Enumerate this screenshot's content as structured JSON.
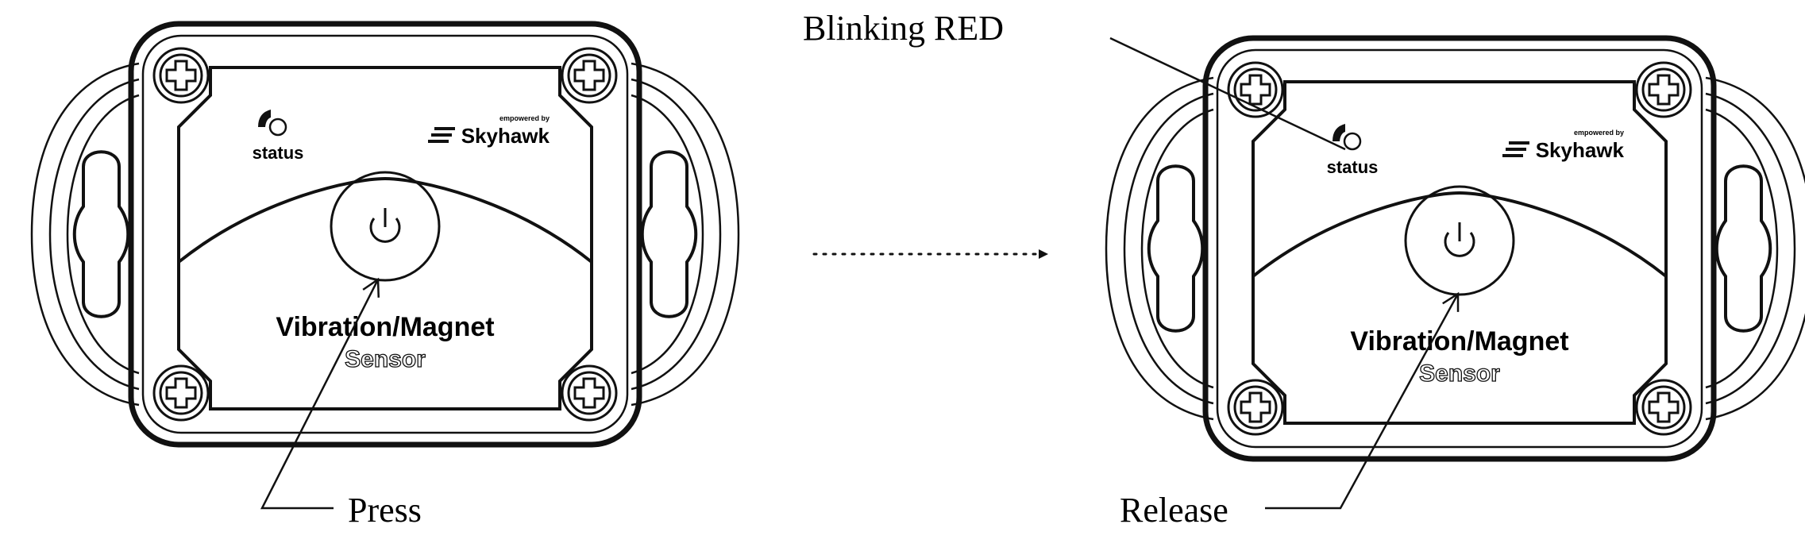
{
  "labels": {
    "press": "Press",
    "release": "Release",
    "blinking": "Blinking RED"
  },
  "device": {
    "status_label": "status",
    "brand_small": "empowered by",
    "brand_name": "Skyhawk",
    "title_line1": "Vibration/Magnet",
    "title_line2": "Sensor"
  },
  "colors": {
    "stroke": "#111111",
    "background": "#ffffff"
  }
}
